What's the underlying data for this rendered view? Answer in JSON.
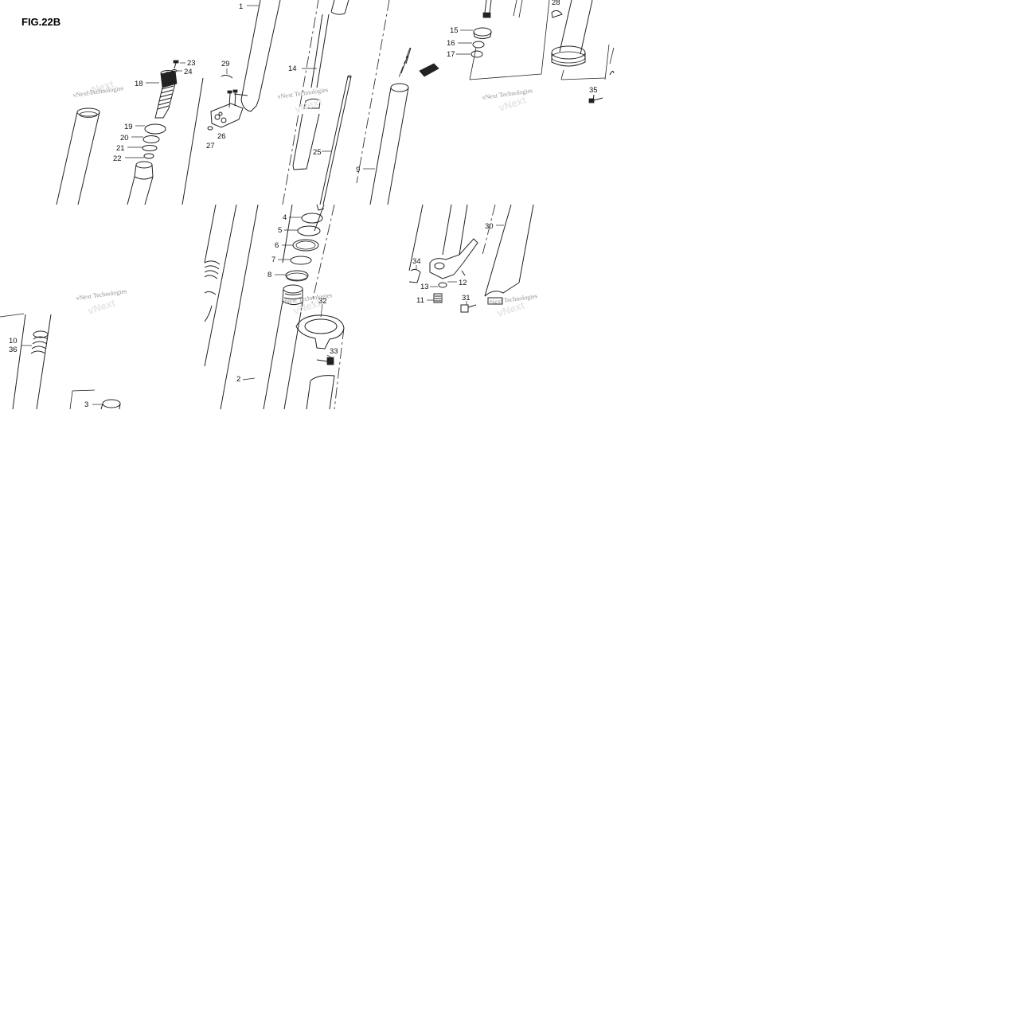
{
  "figure": {
    "title": "FIG.22B"
  },
  "watermark": {
    "text": "vNext Technologies"
  },
  "callouts": {
    "c1": "1",
    "c2": "2",
    "c3": "3",
    "c4": "4",
    "c5": "5",
    "c6": "6",
    "c7": "7",
    "c8": "8",
    "c9": "9",
    "c10": "10",
    "c11": "11",
    "c12": "12",
    "c13": "13",
    "c14": "14",
    "c15": "15",
    "c16": "16",
    "c17": "17",
    "c18": "18",
    "c19": "19",
    "c20": "20",
    "c21": "21",
    "c22": "22",
    "c23": "23",
    "c24": "24",
    "c25": "25",
    "c26": "26",
    "c27": "27",
    "c28": "28",
    "c29": "29",
    "c30": "30",
    "c31": "31",
    "c32": "32",
    "c33": "33",
    "c34": "34",
    "c35": "35",
    "c36": "36"
  }
}
